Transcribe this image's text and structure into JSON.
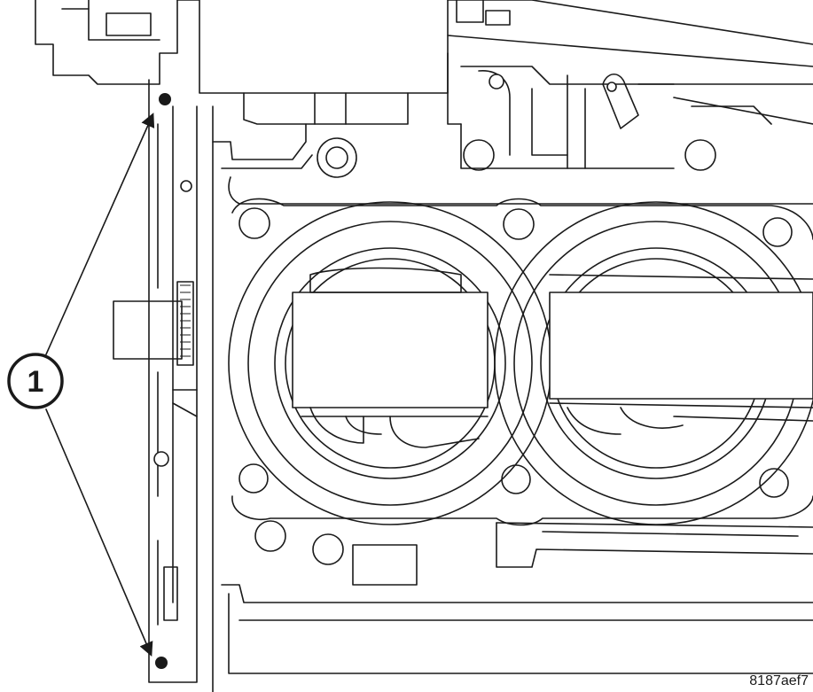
{
  "callouts": [
    {
      "number": "1"
    }
  ],
  "figure_id": "8187aef7",
  "colors": {
    "line": "#1a1a1a",
    "background": "#ffffff",
    "callout_fill": "#ffffff"
  },
  "parts": {
    "left_bolt_marker": "dot",
    "pointer_style": "arrow"
  }
}
